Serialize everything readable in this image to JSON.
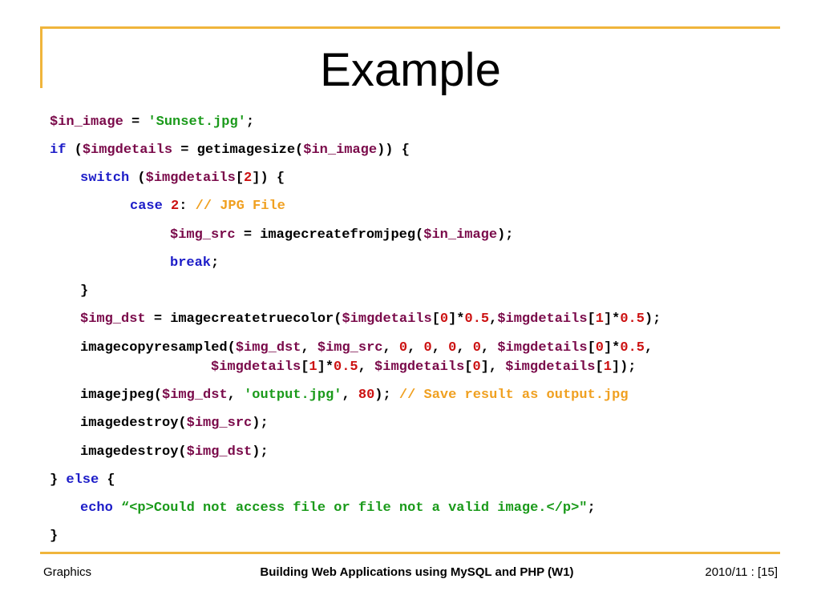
{
  "slide": {
    "title": "Example",
    "code_lines": [
      {
        "indent": 0,
        "tokens": [
          {
            "t": "$in_image",
            "c": "v"
          },
          {
            "t": " = ",
            "c": "p"
          },
          {
            "t": "'Sunset.jpg'",
            "c": "s"
          },
          {
            "t": ";",
            "c": "p"
          }
        ]
      },
      {
        "indent": 0,
        "tokens": [
          {
            "t": "if",
            "c": "k"
          },
          {
            "t": " (",
            "c": "p"
          },
          {
            "t": "$imgdetails",
            "c": "v"
          },
          {
            "t": " = getimagesize(",
            "c": "p"
          },
          {
            "t": "$in_image",
            "c": "v"
          },
          {
            "t": ")) {",
            "c": "p"
          }
        ]
      },
      {
        "indent": 1,
        "tokens": [
          {
            "t": "switch",
            "c": "k"
          },
          {
            "t": " (",
            "c": "p"
          },
          {
            "t": "$imgdetails",
            "c": "v"
          },
          {
            "t": "[",
            "c": "p"
          },
          {
            "t": "2",
            "c": "n"
          },
          {
            "t": "]) {",
            "c": "p"
          }
        ]
      },
      {
        "indent": 2,
        "tokens": [
          {
            "t": "case",
            "c": "k"
          },
          {
            "t": " ",
            "c": "p"
          },
          {
            "t": "2",
            "c": "n"
          },
          {
            "t": ": ",
            "c": "p"
          },
          {
            "t": "// JPG File",
            "c": "c"
          }
        ]
      },
      {
        "indent": 3,
        "tokens": [
          {
            "t": "$img_src",
            "c": "v"
          },
          {
            "t": " = imagecreatefromjpeg(",
            "c": "p"
          },
          {
            "t": "$in_image",
            "c": "v"
          },
          {
            "t": ");",
            "c": "p"
          }
        ]
      },
      {
        "indent": 3,
        "tokens": [
          {
            "t": "break",
            "c": "k"
          },
          {
            "t": ";",
            "c": "p"
          }
        ]
      },
      {
        "indent": 1,
        "tokens": [
          {
            "t": "}",
            "c": "p"
          }
        ]
      },
      {
        "indent": 1,
        "tokens": [
          {
            "t": "$img_dst",
            "c": "v"
          },
          {
            "t": " = imagecreatetruecolor(",
            "c": "p"
          },
          {
            "t": "$imgdetails",
            "c": "v"
          },
          {
            "t": "[",
            "c": "p"
          },
          {
            "t": "0",
            "c": "n"
          },
          {
            "t": "]*",
            "c": "p"
          },
          {
            "t": "0.5",
            "c": "n"
          },
          {
            "t": ",",
            "c": "p"
          },
          {
            "t": "$imgdetails",
            "c": "v"
          },
          {
            "t": "[",
            "c": "p"
          },
          {
            "t": "1",
            "c": "n"
          },
          {
            "t": "]*",
            "c": "p"
          },
          {
            "t": "0.5",
            "c": "n"
          },
          {
            "t": ");",
            "c": "p"
          }
        ]
      },
      {
        "indent": 1,
        "tokens": [
          {
            "t": "imagecopyresampled(",
            "c": "p"
          },
          {
            "t": "$img_dst",
            "c": "v"
          },
          {
            "t": ", ",
            "c": "p"
          },
          {
            "t": "$img_src",
            "c": "v"
          },
          {
            "t": ", ",
            "c": "p"
          },
          {
            "t": "0",
            "c": "n"
          },
          {
            "t": ", ",
            "c": "p"
          },
          {
            "t": "0",
            "c": "n"
          },
          {
            "t": ", ",
            "c": "p"
          },
          {
            "t": "0",
            "c": "n"
          },
          {
            "t": ", ",
            "c": "p"
          },
          {
            "t": "0",
            "c": "n"
          },
          {
            "t": ", ",
            "c": "p"
          },
          {
            "t": "$imgdetails",
            "c": "v"
          },
          {
            "t": "[",
            "c": "p"
          },
          {
            "t": "0",
            "c": "n"
          },
          {
            "t": "]*",
            "c": "p"
          },
          {
            "t": "0.5",
            "c": "n"
          },
          {
            "t": ",",
            "c": "p"
          }
        ]
      },
      {
        "indent": 4,
        "tokens": [
          {
            "t": "$imgdetails",
            "c": "v"
          },
          {
            "t": "[",
            "c": "p"
          },
          {
            "t": "1",
            "c": "n"
          },
          {
            "t": "]*",
            "c": "p"
          },
          {
            "t": "0.5",
            "c": "n"
          },
          {
            "t": ", ",
            "c": "p"
          },
          {
            "t": "$imgdetails",
            "c": "v"
          },
          {
            "t": "[",
            "c": "p"
          },
          {
            "t": "0",
            "c": "n"
          },
          {
            "t": "], ",
            "c": "p"
          },
          {
            "t": "$imgdetails",
            "c": "v"
          },
          {
            "t": "[",
            "c": "p"
          },
          {
            "t": "1",
            "c": "n"
          },
          {
            "t": "]);",
            "c": "p"
          }
        ]
      },
      {
        "indent": 1,
        "tokens": [
          {
            "t": "imagejpeg(",
            "c": "p"
          },
          {
            "t": "$img_dst",
            "c": "v"
          },
          {
            "t": ", ",
            "c": "p"
          },
          {
            "t": "'output.jpg'",
            "c": "s"
          },
          {
            "t": ", ",
            "c": "p"
          },
          {
            "t": "80",
            "c": "n"
          },
          {
            "t": "); ",
            "c": "p"
          },
          {
            "t": "// Save result as output.jpg",
            "c": "c"
          }
        ]
      },
      {
        "indent": 1,
        "tokens": [
          {
            "t": "imagedestroy(",
            "c": "p"
          },
          {
            "t": "$img_src",
            "c": "v"
          },
          {
            "t": ");",
            "c": "p"
          }
        ]
      },
      {
        "indent": 1,
        "tokens": [
          {
            "t": "imagedestroy(",
            "c": "p"
          },
          {
            "t": "$img_dst",
            "c": "v"
          },
          {
            "t": ");",
            "c": "p"
          }
        ]
      },
      {
        "indent": 0,
        "tokens": [
          {
            "t": "} ",
            "c": "p"
          },
          {
            "t": "else",
            "c": "k"
          },
          {
            "t": " {",
            "c": "p"
          }
        ]
      },
      {
        "indent": 1,
        "tokens": [
          {
            "t": "echo",
            "c": "k"
          },
          {
            "t": " ",
            "c": "p"
          },
          {
            "t": "“<p>Could not access file or file not a valid image.</p>\"",
            "c": "s"
          },
          {
            "t": ";",
            "c": "p"
          }
        ]
      },
      {
        "indent": 0,
        "tokens": [
          {
            "t": "}",
            "c": "p"
          }
        ]
      }
    ]
  },
  "footer": {
    "left": "Graphics",
    "center": "Building Web Applications using MySQL and PHP (W1)",
    "right": "2010/11 : [15]"
  },
  "colors": {
    "frame": "#f0b53c",
    "variable": "#7a0a4a",
    "keyword": "#1c1cc8",
    "string": "#1a9a1a",
    "number": "#cc1111",
    "comment": "#f0a020"
  }
}
